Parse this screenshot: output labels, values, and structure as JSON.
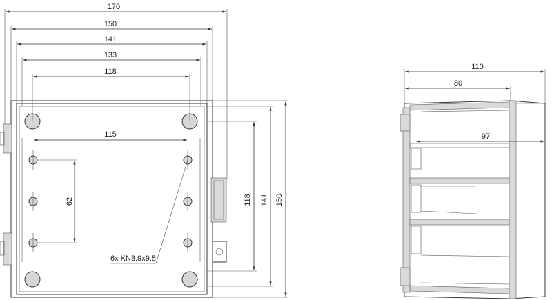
{
  "front_view": {
    "widths": [
      "170",
      "150",
      "141",
      "133",
      "118"
    ],
    "inner_spacing": "115",
    "heights": [
      "118",
      "141",
      "150"
    ],
    "vertical_spacing": "62",
    "screw_note": "6x KN3.9x9.5"
  },
  "side_view": {
    "depths": [
      "110",
      "80"
    ],
    "inner_depth": "97"
  },
  "colors": {
    "line": "#333333",
    "fill": "#d9d9d9",
    "background": "#ffffff"
  }
}
